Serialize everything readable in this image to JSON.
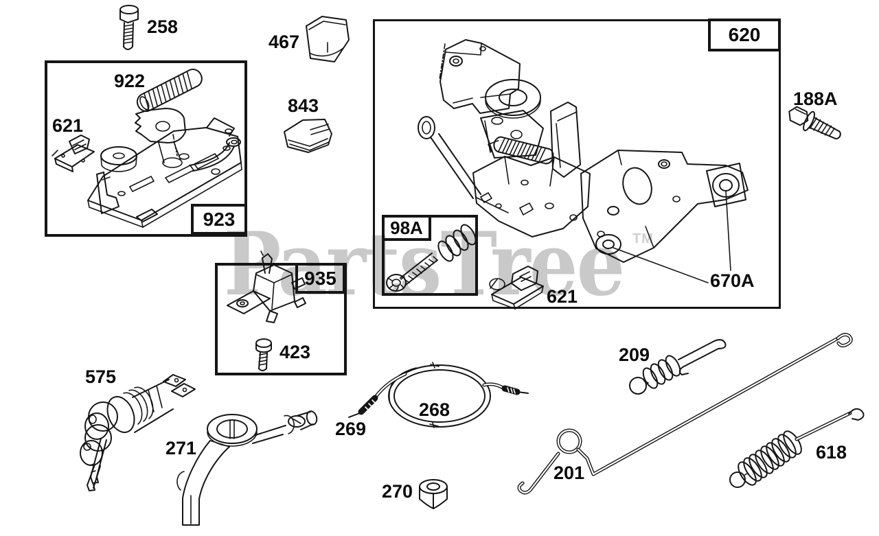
{
  "watermark": {
    "text": "PartsTree",
    "tm": "TM"
  },
  "colors": {
    "ink": "#151515",
    "watermark": "#c9c9c9",
    "background": "#ffffff"
  },
  "callouts": {
    "control_bracket_group": "620",
    "bracket_group": "923",
    "bracket_small_group": "935",
    "speed_screw_group": "98A"
  },
  "labels": {
    "bolt_top": "258",
    "cap_large": "467",
    "spring_idle": "922",
    "clip_left": "621",
    "cap_small": "843",
    "bolt_flange": "188A",
    "clip_right": "621",
    "bushing": "670A",
    "screw_small": "423",
    "key_switch": "575",
    "control_lever": "271",
    "cable_loop": "268",
    "cable_end": "269",
    "nut": "270",
    "link_rod": "201",
    "spring_governor": "209",
    "spring_extension": "618"
  }
}
